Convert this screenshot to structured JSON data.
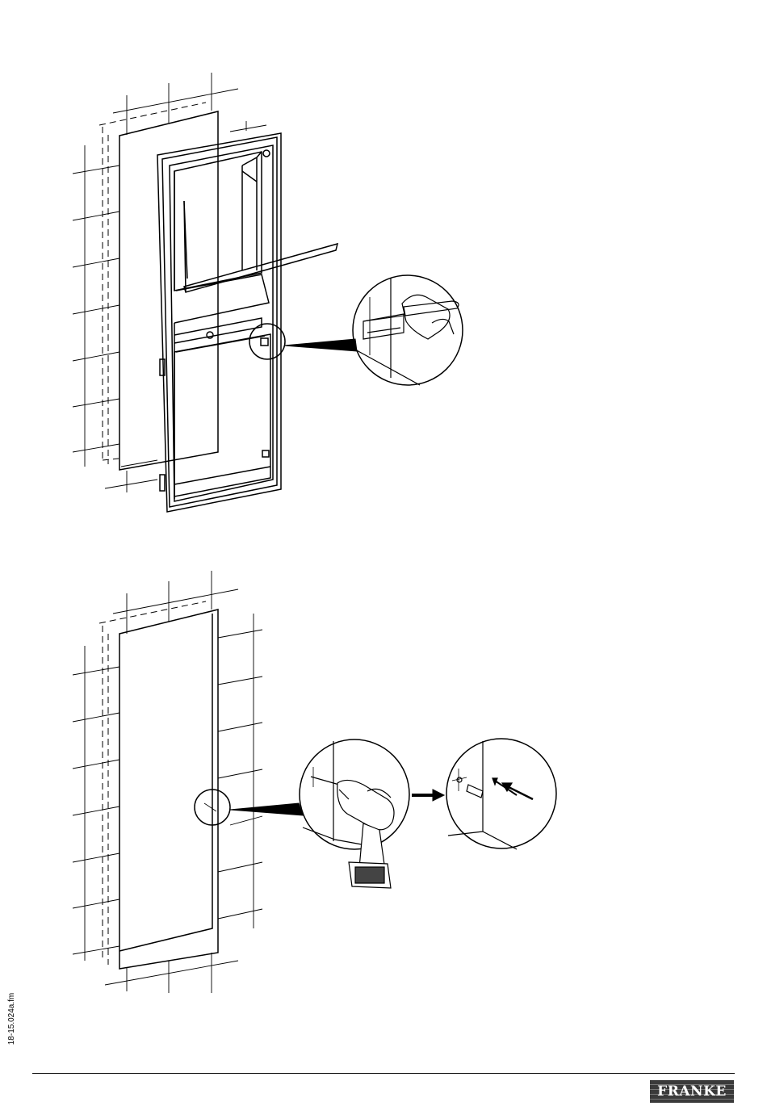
{
  "document": {
    "file_reference": "18-15.024a.fm",
    "brand_logo": "FRANKE"
  },
  "figures": [
    {
      "name": "fig1-frame-marking",
      "icons": [
        "wall-grid",
        "recessed-frame",
        "shelf",
        "mounting-hole",
        "detail-zoom-pencil-level"
      ]
    },
    {
      "name": "fig2-drilling",
      "icons": [
        "wall-grid",
        "wall-cutout",
        "detail-zoom-drill",
        "arrow-right",
        "detail-zoom-anchor"
      ]
    }
  ]
}
